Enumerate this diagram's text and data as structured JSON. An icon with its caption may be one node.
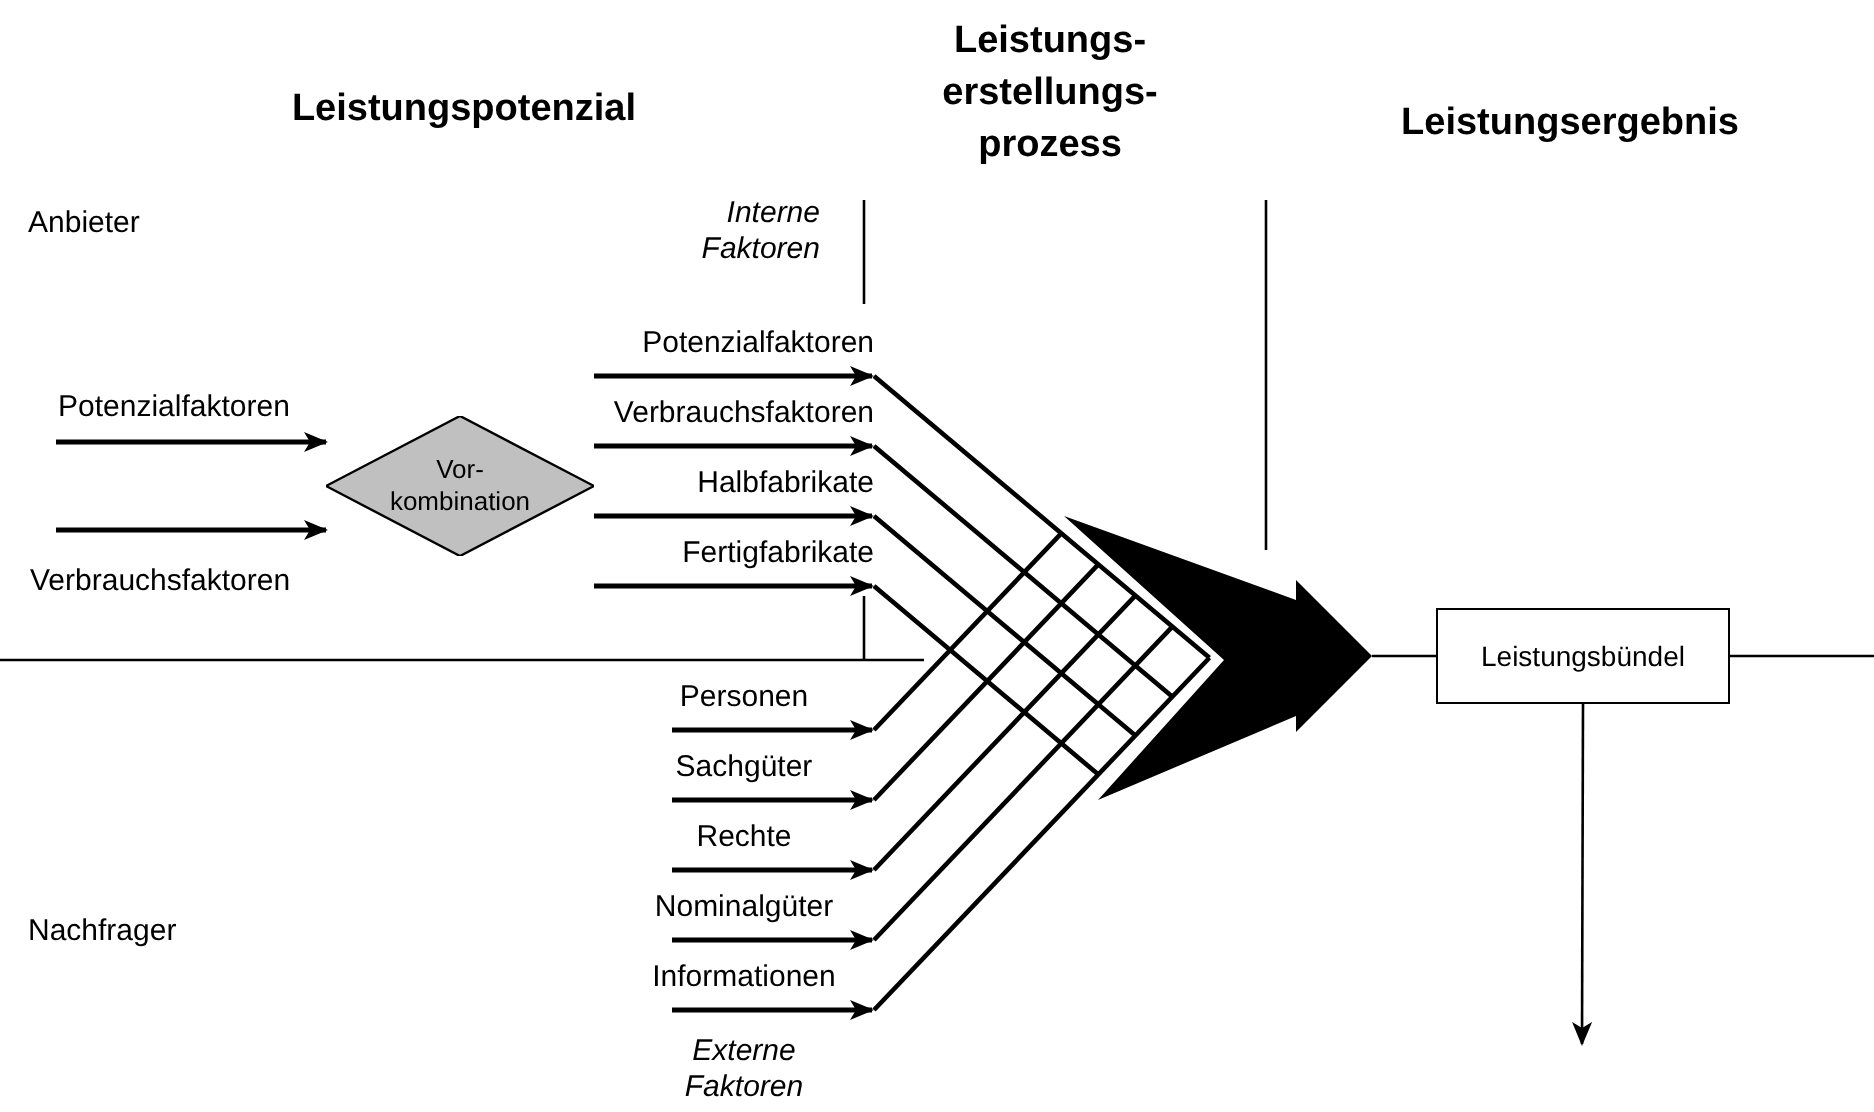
{
  "diagram": {
    "nodes": [
      {
        "text": [
          "Vor- kombination"
        ]
      },
      {
        "text": [],
        "shape": "arrow"
      },
      {
        "text": [
          "Leistungsbündel"
        ]
      }
    ],
    "edges": [
      {
        "from": null,
        "to": 0,
        "arrow": "to",
        "label": "Potenzialfaktoren"
      },
      {
        "from": null,
        "to": 0,
        "arrow": "to",
        "label": "Verbrauchsfaktoren"
      },
      {
        "from": null,
        "to": 1,
        "arrow": "to",
        "label": "Potenzialfaktoren"
      },
      {
        "from": null,
        "to": 1,
        "arrow": "to",
        "label": "Verbrauchsfaktoren"
      },
      {
        "from": null,
        "to": 1,
        "arrow": "to",
        "label": "Halbfabrikate"
      },
      {
        "from": null,
        "to": 1,
        "arrow": "to",
        "label": "Fertigfabrikate"
      },
      {
        "from": null,
        "to": 1,
        "arrow": "to",
        "label": "Personen"
      },
      {
        "from": null,
        "to": 1,
        "arrow": "to",
        "label": "Sachgüter"
      },
      {
        "from": null,
        "to": 1,
        "arrow": "to",
        "label": "Rechte"
      },
      {
        "from": null,
        "to": 1,
        "arrow": "to",
        "label": "Nominalgüter"
      },
      {
        "from": null,
        "to": 1,
        "arrow": "to",
        "label": "Informationen"
      },
      {
        "from": 1,
        "to": 2,
        "arrow": "none"
      },
      {
        "from": 2,
        "to": null,
        "arrow": "none"
      },
      {
        "from": 2,
        "to": null,
        "arrow": "to"
      }
    ],
    "labels": [
      "Leistungspotenzial",
      "Leistungs- erstellungs- prozess",
      "Leistungsergebnis",
      "Anbieter",
      "Interne Faktoren",
      "Nachfrager",
      "Externe Faktoren"
    ]
  }
}
